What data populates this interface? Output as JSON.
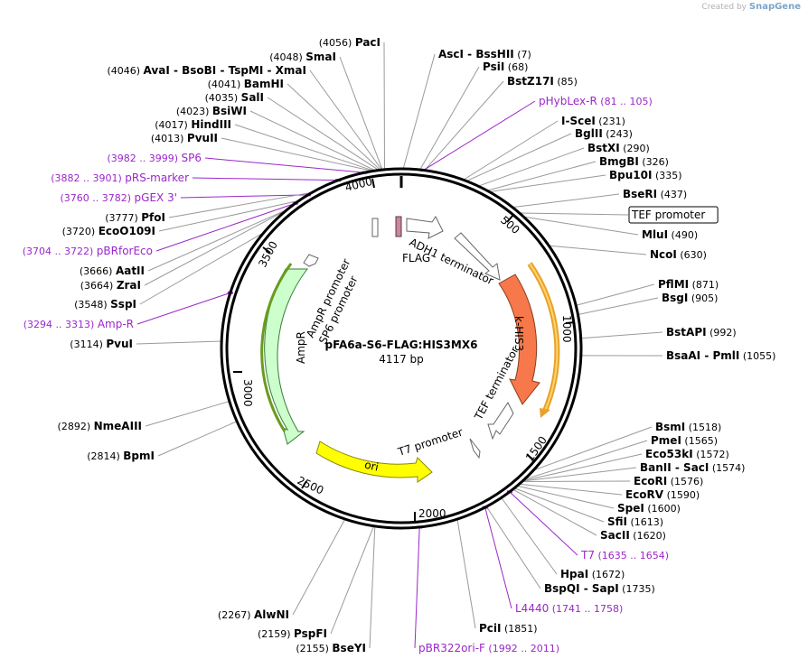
{
  "credit": {
    "prefix": "Created by",
    "brand": "SnapGene"
  },
  "plasmid": {
    "name": "pFA6a-S6-FLAG:HIS3MX6",
    "size_label": "4117 bp",
    "length": 4117
  },
  "ticks": [
    "500",
    "1000",
    "1500",
    "2000",
    "2500",
    "3000",
    "3500",
    "4000"
  ],
  "features": [
    {
      "name": "FLAG",
      "color": "#c8879b",
      "style": "fill"
    },
    {
      "name": "ADH1 terminator",
      "color": "#ffffff",
      "style": "outline"
    },
    {
      "name": "k-HIS3",
      "color": "#f7784a",
      "style": "fill"
    },
    {
      "name": "TEF terminator",
      "color": "#ffffff",
      "style": "outline"
    },
    {
      "name": "T7 promoter",
      "color": "#ffffff",
      "style": "outline"
    },
    {
      "name": "ori",
      "color": "#ffff00",
      "style": "fill"
    },
    {
      "name": "AmpR",
      "color": "#ccffcc",
      "style": "fill"
    },
    {
      "name": "AmpR promoter",
      "color": "#ffffff",
      "style": "outline"
    },
    {
      "name": "SP6 promoter",
      "color": "#ffffff",
      "style": "outline"
    }
  ],
  "outer_feature": {
    "name": "TEF promoter",
    "color": "#ffa500"
  },
  "sites_right": [
    {
      "name": "AscI  -  BssHII",
      "pos": "(7)",
      "kind": "enzyme"
    },
    {
      "name": "PsiI",
      "pos": "(68)",
      "kind": "enzyme"
    },
    {
      "name": "BstZ17I",
      "pos": "(85)",
      "kind": "enzyme"
    },
    {
      "name": "pHybLex-R",
      "pos": "(81 .. 105)",
      "kind": "primer"
    },
    {
      "name": "I-SceI",
      "pos": "(231)",
      "kind": "enzyme"
    },
    {
      "name": "BglII",
      "pos": "(243)",
      "kind": "enzyme"
    },
    {
      "name": "BstXI",
      "pos": "(290)",
      "kind": "enzyme"
    },
    {
      "name": "BmgBI",
      "pos": "(326)",
      "kind": "enzyme"
    },
    {
      "name": "Bpu10I",
      "pos": "(335)",
      "kind": "enzyme"
    },
    {
      "name": "BseRI",
      "pos": "(437)",
      "kind": "enzyme"
    },
    {
      "name": "TEF promoter",
      "pos": "",
      "kind": "boxed"
    },
    {
      "name": "MluI",
      "pos": "(490)",
      "kind": "enzyme"
    },
    {
      "name": "NcoI",
      "pos": "(630)",
      "kind": "enzyme"
    },
    {
      "name": "PflMI",
      "pos": "(871)",
      "kind": "enzyme"
    },
    {
      "name": "BsgI",
      "pos": "(905)",
      "kind": "enzyme"
    },
    {
      "name": "BstAPI",
      "pos": "(992)",
      "kind": "enzyme"
    },
    {
      "name": "BsaAI  -  PmlI",
      "pos": "(1055)",
      "kind": "enzyme"
    },
    {
      "name": "BsmI",
      "pos": "(1518)",
      "kind": "enzyme"
    },
    {
      "name": "PmeI",
      "pos": "(1565)",
      "kind": "enzyme"
    },
    {
      "name": "Eco53kI",
      "pos": "(1572)",
      "kind": "enzyme"
    },
    {
      "name": "BanII  -  SacI",
      "pos": "(1574)",
      "kind": "enzyme"
    },
    {
      "name": "EcoRI",
      "pos": "(1576)",
      "kind": "enzyme"
    },
    {
      "name": "EcoRV",
      "pos": "(1590)",
      "kind": "enzyme"
    },
    {
      "name": "SpeI",
      "pos": "(1600)",
      "kind": "enzyme"
    },
    {
      "name": "SfiI",
      "pos": "(1613)",
      "kind": "enzyme"
    },
    {
      "name": "SacII",
      "pos": "(1620)",
      "kind": "enzyme"
    },
    {
      "name": "T7",
      "pos": "(1635 .. 1654)",
      "kind": "primer"
    },
    {
      "name": "HpaI",
      "pos": "(1672)",
      "kind": "enzyme"
    },
    {
      "name": "BspQI  -  SapI",
      "pos": "(1735)",
      "kind": "enzyme"
    },
    {
      "name": "L4440",
      "pos": "(1741 .. 1758)",
      "kind": "primer"
    },
    {
      "name": "PciI",
      "pos": "(1851)",
      "kind": "enzyme"
    },
    {
      "name": "pBR322ori-F",
      "pos": "(1992 .. 2011)",
      "kind": "primer"
    }
  ],
  "sites_left": [
    {
      "name": "PacI",
      "pos": "(4056)",
      "kind": "enzyme"
    },
    {
      "name": "SmaI",
      "pos": "(4048)",
      "kind": "enzyme"
    },
    {
      "name": "AvaI  -  BsoBI  -  TspMI  -  XmaI",
      "pos": "(4046)",
      "kind": "enzyme"
    },
    {
      "name": "BamHI",
      "pos": "(4041)",
      "kind": "enzyme"
    },
    {
      "name": "SalI",
      "pos": "(4035)",
      "kind": "enzyme"
    },
    {
      "name": "BsiWI",
      "pos": "(4023)",
      "kind": "enzyme"
    },
    {
      "name": "HindIII",
      "pos": "(4017)",
      "kind": "enzyme"
    },
    {
      "name": "PvuII",
      "pos": "(4013)",
      "kind": "enzyme"
    },
    {
      "name": "SP6",
      "pos": "(3982 .. 3999)",
      "kind": "primer"
    },
    {
      "name": "pRS-marker",
      "pos": "(3882 .. 3901)",
      "kind": "primer"
    },
    {
      "name": "pGEX 3'",
      "pos": "(3760 .. 3782)",
      "kind": "primer"
    },
    {
      "name": "PfoI",
      "pos": "(3777)",
      "kind": "enzyme"
    },
    {
      "name": "EcoO109I",
      "pos": "(3720)",
      "kind": "enzyme"
    },
    {
      "name": "pBRforEco",
      "pos": "(3704 .. 3722)",
      "kind": "primer"
    },
    {
      "name": "AatII",
      "pos": "(3666)",
      "kind": "enzyme"
    },
    {
      "name": "ZraI",
      "pos": "(3664)",
      "kind": "enzyme"
    },
    {
      "name": "SspI",
      "pos": "(3548)",
      "kind": "enzyme"
    },
    {
      "name": "Amp-R",
      "pos": "(3294 .. 3313)",
      "kind": "primer"
    },
    {
      "name": "PvuI",
      "pos": "(3114)",
      "kind": "enzyme"
    },
    {
      "name": "NmeAIII",
      "pos": "(2892)",
      "kind": "enzyme"
    },
    {
      "name": "BpmI",
      "pos": "(2814)",
      "kind": "enzyme"
    },
    {
      "name": "AlwNI",
      "pos": "(2267)",
      "kind": "enzyme"
    },
    {
      "name": "PspFI",
      "pos": "(2159)",
      "kind": "enzyme"
    },
    {
      "name": "BseYI",
      "pos": "(2155)",
      "kind": "enzyme"
    }
  ]
}
